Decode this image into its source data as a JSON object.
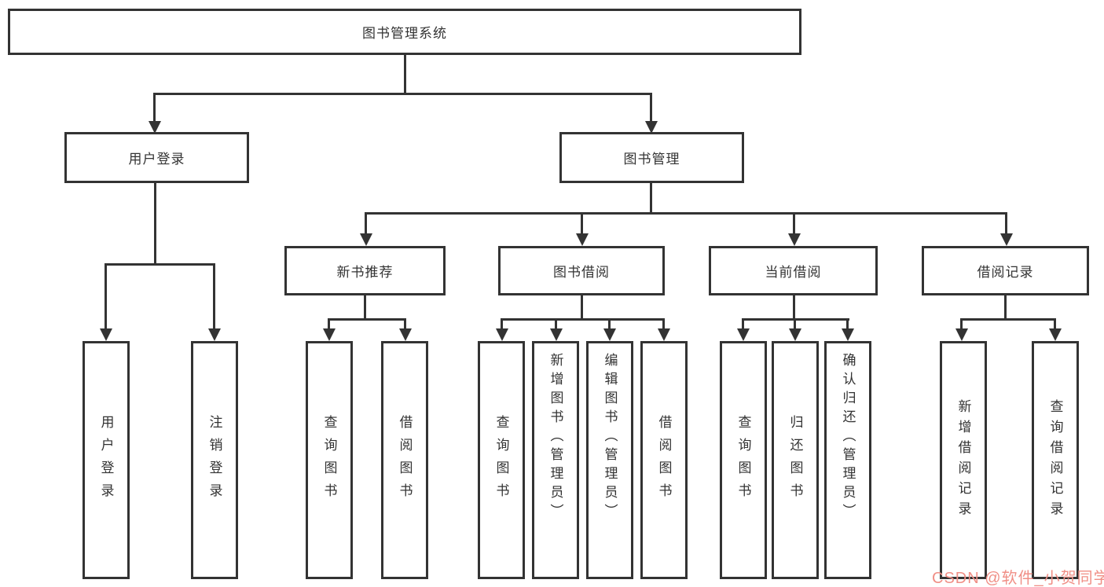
{
  "diagram": {
    "root": "图书管理系统",
    "level2": {
      "user_login": "用户登录",
      "book_management": "图书管理"
    },
    "level3": {
      "new_book_recommend": "新书推荐",
      "book_borrow": "图书借阅",
      "current_borrow": "当前借阅",
      "borrow_record": "借阅记录"
    },
    "leaves": {
      "user_login": [
        "用户登录",
        "注销登录"
      ],
      "new_book_recommend": [
        "查询图书",
        "借阅图书"
      ],
      "book_borrow": [
        "查询图书",
        "新增图书（管理员）",
        "编辑图书（管理员）",
        "借阅图书"
      ],
      "current_borrow": [
        "查询图书",
        "归还图书",
        "确认归还（管理员）"
      ],
      "borrow_record": [
        "新增借阅记录",
        "查询借阅记录"
      ]
    },
    "colors": {
      "line": "#333333",
      "box_border": "#333333",
      "text": "#333333",
      "background": "#ffffff",
      "watermark": "#f08f86"
    }
  },
  "watermark": {
    "text": "CSDN @软件_小贺同学"
  }
}
